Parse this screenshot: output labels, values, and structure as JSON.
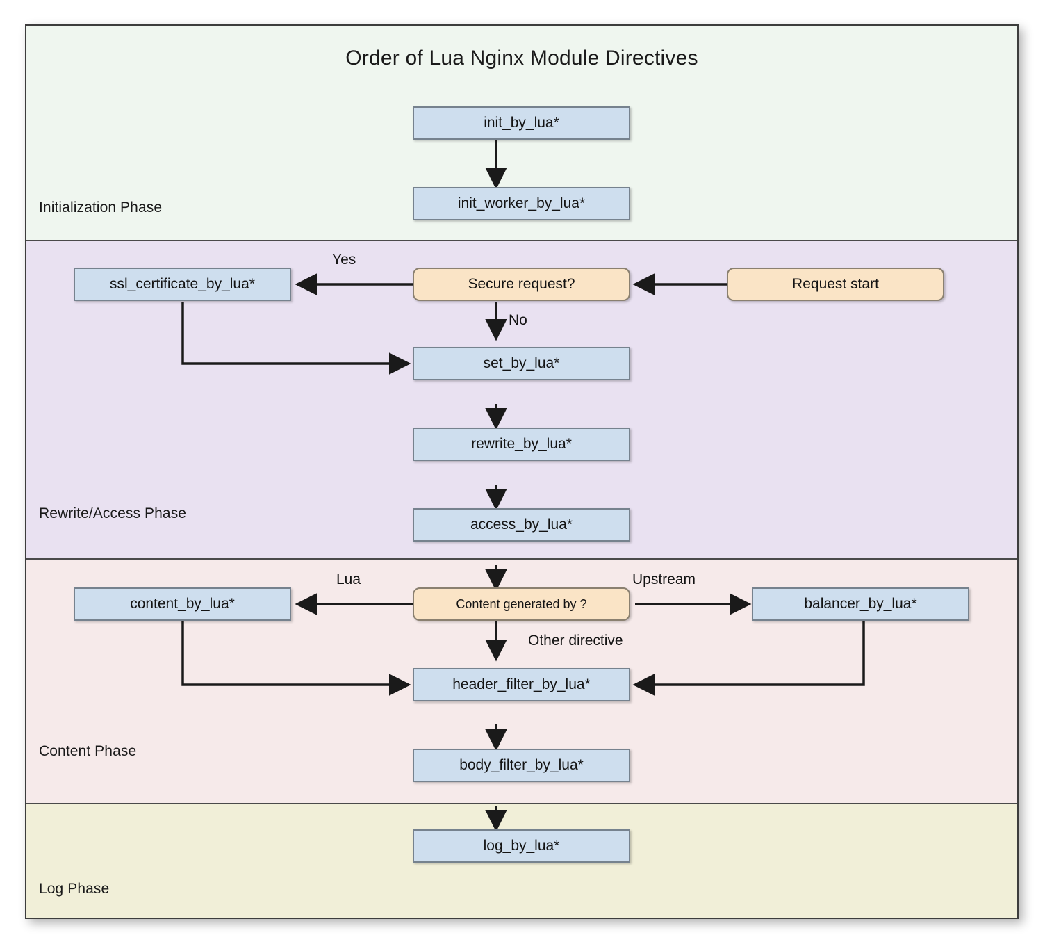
{
  "diagram": {
    "title": "Order of Lua Nginx Module Directives",
    "colors": {
      "frame_border": "#3d3d3d",
      "band_divider": "#4a4a4a",
      "process_fill": "#cedeee",
      "process_border": "#76828e",
      "decision_fill": "#fae4c6",
      "decision_border": "#8a8070",
      "edge_stroke": "#1a1a1a",
      "text": "#141414"
    },
    "phases": [
      {
        "id": "initialization",
        "label": "Initialization Phase",
        "fill": "#eff6ef"
      },
      {
        "id": "rewrite_access",
        "label": "Rewrite/Access Phase",
        "fill": "#e9e1f1"
      },
      {
        "id": "content",
        "label": "Content Phase",
        "fill": "#f6eaea"
      },
      {
        "id": "log",
        "label": "Log Phase",
        "fill": "#f1efd8"
      }
    ],
    "nodes": [
      {
        "id": "init_by_lua",
        "label": "init_by_lua*",
        "type": "process",
        "phase": "initialization"
      },
      {
        "id": "init_worker_by_lua",
        "label": "init_worker_by_lua*",
        "type": "process",
        "phase": "initialization"
      },
      {
        "id": "request_start",
        "label": "Request start",
        "type": "terminal",
        "phase": "rewrite_access"
      },
      {
        "id": "secure_request",
        "label": "Secure request?",
        "type": "decision",
        "phase": "rewrite_access"
      },
      {
        "id": "ssl_certificate_by_lua",
        "label": "ssl_certificate_by_lua*",
        "type": "process",
        "phase": "rewrite_access"
      },
      {
        "id": "set_by_lua",
        "label": "set_by_lua*",
        "type": "process",
        "phase": "rewrite_access"
      },
      {
        "id": "rewrite_by_lua",
        "label": "rewrite_by_lua*",
        "type": "process",
        "phase": "rewrite_access"
      },
      {
        "id": "access_by_lua",
        "label": "access_by_lua*",
        "type": "process",
        "phase": "rewrite_access"
      },
      {
        "id": "content_generated_by",
        "label": "Content generated by ?",
        "type": "decision",
        "phase": "content"
      },
      {
        "id": "content_by_lua",
        "label": "content_by_lua*",
        "type": "process",
        "phase": "content"
      },
      {
        "id": "balancer_by_lua",
        "label": "balancer_by_lua*",
        "type": "process",
        "phase": "content"
      },
      {
        "id": "header_filter_by_lua",
        "label": "header_filter_by_lua*",
        "type": "process",
        "phase": "content"
      },
      {
        "id": "body_filter_by_lua",
        "label": "body_filter_by_lua*",
        "type": "process",
        "phase": "content"
      },
      {
        "id": "log_by_lua",
        "label": "log_by_lua*",
        "type": "process",
        "phase": "log"
      }
    ],
    "edges": [
      {
        "id": "e1",
        "from": "init_by_lua",
        "to": "init_worker_by_lua",
        "label": ""
      },
      {
        "id": "e2",
        "from": "request_start",
        "to": "secure_request",
        "label": ""
      },
      {
        "id": "e3",
        "from": "secure_request",
        "to": "ssl_certificate_by_lua",
        "label": "Yes"
      },
      {
        "id": "e4",
        "from": "secure_request",
        "to": "set_by_lua",
        "label": "No"
      },
      {
        "id": "e5",
        "from": "ssl_certificate_by_lua",
        "to": "set_by_lua",
        "label": ""
      },
      {
        "id": "e6",
        "from": "set_by_lua",
        "to": "rewrite_by_lua",
        "label": ""
      },
      {
        "id": "e7",
        "from": "rewrite_by_lua",
        "to": "access_by_lua",
        "label": ""
      },
      {
        "id": "e8",
        "from": "access_by_lua",
        "to": "content_generated_by",
        "label": ""
      },
      {
        "id": "e9",
        "from": "content_generated_by",
        "to": "content_by_lua",
        "label": "Lua"
      },
      {
        "id": "e10",
        "from": "content_generated_by",
        "to": "balancer_by_lua",
        "label": "Upstream"
      },
      {
        "id": "e11",
        "from": "content_generated_by",
        "to": "header_filter_by_lua",
        "label": "Other directive"
      },
      {
        "id": "e12",
        "from": "content_by_lua",
        "to": "header_filter_by_lua",
        "label": ""
      },
      {
        "id": "e13",
        "from": "balancer_by_lua",
        "to": "header_filter_by_lua",
        "label": ""
      },
      {
        "id": "e14",
        "from": "header_filter_by_lua",
        "to": "body_filter_by_lua",
        "label": ""
      },
      {
        "id": "e15",
        "from": "body_filter_by_lua",
        "to": "log_by_lua",
        "label": ""
      }
    ],
    "edge_labels": {
      "yes": "Yes",
      "no": "No",
      "lua": "Lua",
      "upstream": "Upstream",
      "other_directive": "Other directive"
    }
  }
}
